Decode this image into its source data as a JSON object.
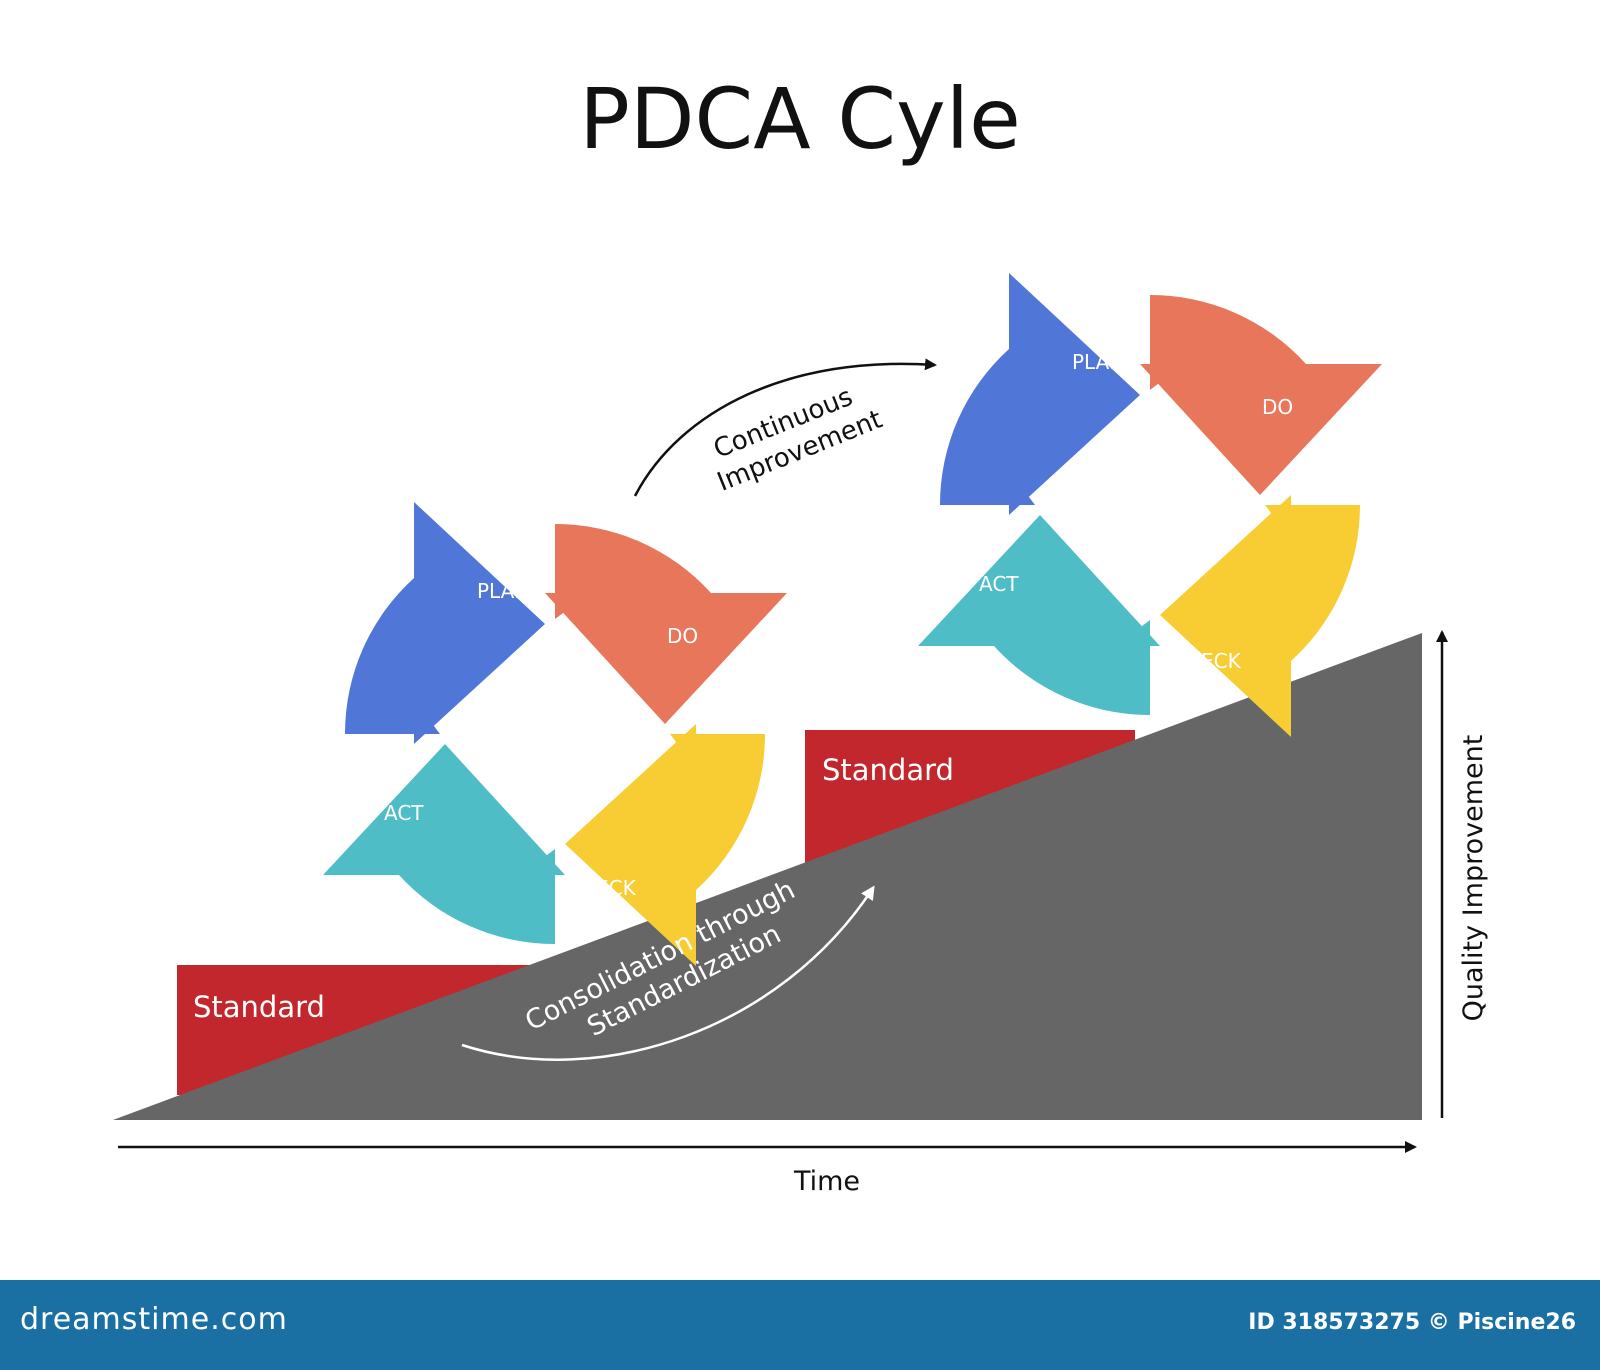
{
  "title": "PDCA Cyle",
  "cycles": [
    {
      "plan": "PLAN",
      "do": "DO",
      "check": "CHECK",
      "act": "ACT"
    },
    {
      "plan": "PLAN",
      "do": "DO",
      "check": "CHECK",
      "act": "ACT"
    }
  ],
  "standards": [
    "Standard",
    "Standard"
  ],
  "annotations": {
    "continuous_line1": "Continuous",
    "continuous_line2": "Improvement",
    "consolidation_line1": "Consolidation through",
    "consolidation_line2": "Standardization"
  },
  "axes": {
    "x_label": "Time",
    "y_label": "Quality Improvement"
  },
  "colors": {
    "plan": "#e8765a",
    "do": "#f8cd33",
    "check": "#4fbdc6",
    "act": "#5077d8",
    "standard": "#c1272d",
    "slope": "#666666",
    "footer": "#1a6fa3"
  },
  "footer": {
    "logo": "dreamstime.com",
    "credit": "ID 318573275 © Piscine26"
  }
}
